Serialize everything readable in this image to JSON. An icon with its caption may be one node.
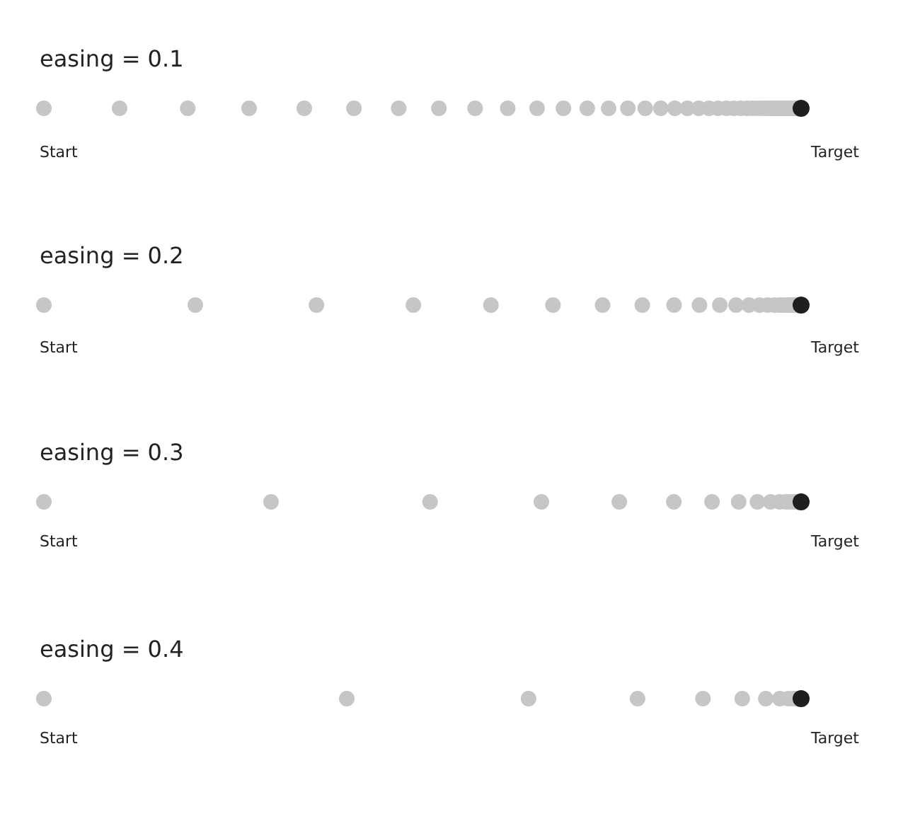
{
  "diagram": {
    "labels": [
      "easing = 0.1",
      "Start",
      "Target",
      "easing = 0.2",
      "Start",
      "Target",
      "easing = 0.3",
      "Start",
      "Target",
      "easing = 0.4",
      "Start",
      "Target"
    ]
  }
}
